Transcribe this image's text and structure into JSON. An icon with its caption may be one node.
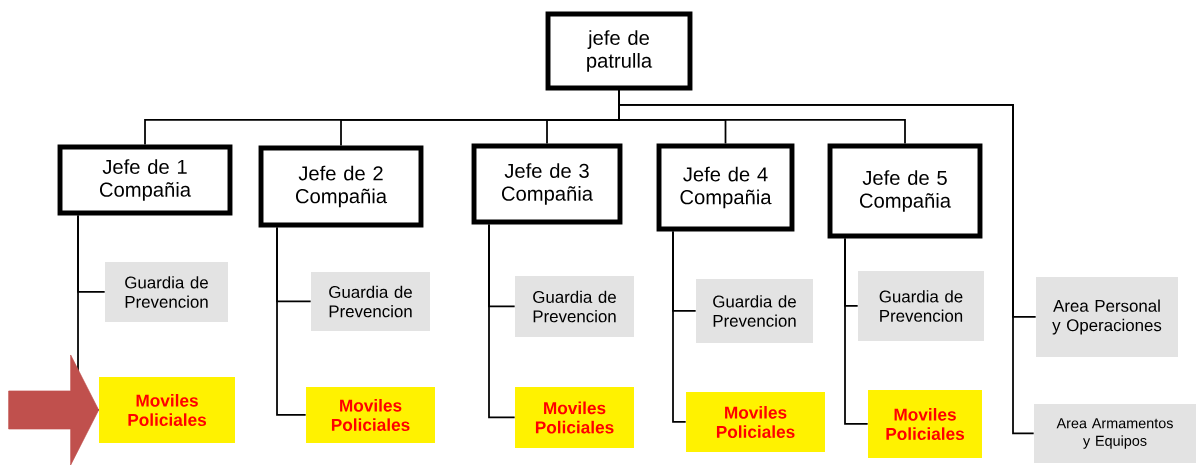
{
  "diagram": {
    "nodes": [
      {
        "text": [
          "jefe de patrulla"
        ]
      },
      {
        "text": [
          "Jefe de 1 Compañia"
        ]
      },
      {
        "text": [
          "Jefe de 2 Compañia"
        ]
      },
      {
        "text": [
          "Jefe de 3 Compañia"
        ]
      },
      {
        "text": [
          "Jefe de 4 Compañia"
        ]
      },
      {
        "text": [
          "Jefe de 5 Compañia"
        ]
      },
      {
        "text": [
          "Guardia de Prevencion"
        ]
      },
      {
        "text": [
          "Moviles Policiales"
        ]
      },
      {
        "text": [
          "Guardia de Prevencion"
        ]
      },
      {
        "text": [
          "Moviles Policiales"
        ]
      },
      {
        "text": [
          "Guardia de Prevencion"
        ]
      },
      {
        "text": [
          "Moviles Policiales"
        ]
      },
      {
        "text": [
          "Guardia de Prevencion"
        ]
      },
      {
        "text": [
          "Moviles Policiales"
        ]
      },
      {
        "text": [
          "Guardia de Prevencion"
        ]
      },
      {
        "text": [
          "Moviles Policiales"
        ]
      },
      {
        "text": [
          "Area Personal y Operaciones"
        ]
      },
      {
        "text": [
          "Area Armamentos y Equipos"
        ]
      }
    ],
    "edges": [
      {
        "from": 0,
        "to": 1,
        "arrow": "none"
      },
      {
        "from": 0,
        "to": 2,
        "arrow": "none"
      },
      {
        "from": 0,
        "to": 3,
        "arrow": "none"
      },
      {
        "from": 0,
        "to": 4,
        "arrow": "none"
      },
      {
        "from": 0,
        "to": 5,
        "arrow": "none"
      },
      {
        "from": 1,
        "to": 6,
        "arrow": "none"
      },
      {
        "from": 1,
        "to": 7,
        "arrow": "none"
      },
      {
        "from": 2,
        "to": 8,
        "arrow": "none"
      },
      {
        "from": 2,
        "to": 9,
        "arrow": "none"
      },
      {
        "from": 3,
        "to": 10,
        "arrow": "none"
      },
      {
        "from": 3,
        "to": 11,
        "arrow": "none"
      },
      {
        "from": 4,
        "to": 12,
        "arrow": "none"
      },
      {
        "from": 4,
        "to": 13,
        "arrow": "none"
      },
      {
        "from": 5,
        "to": 14,
        "arrow": "none"
      },
      {
        "from": 5,
        "to": 15,
        "arrow": "none"
      },
      {
        "from": 0,
        "to": 16,
        "arrow": "none"
      },
      {
        "from": 0,
        "to": 17,
        "arrow": "none"
      },
      {
        "from": null,
        "to": 7,
        "arrow": "to",
        "style": "thick",
        "color": "#c0504d"
      }
    ]
  }
}
